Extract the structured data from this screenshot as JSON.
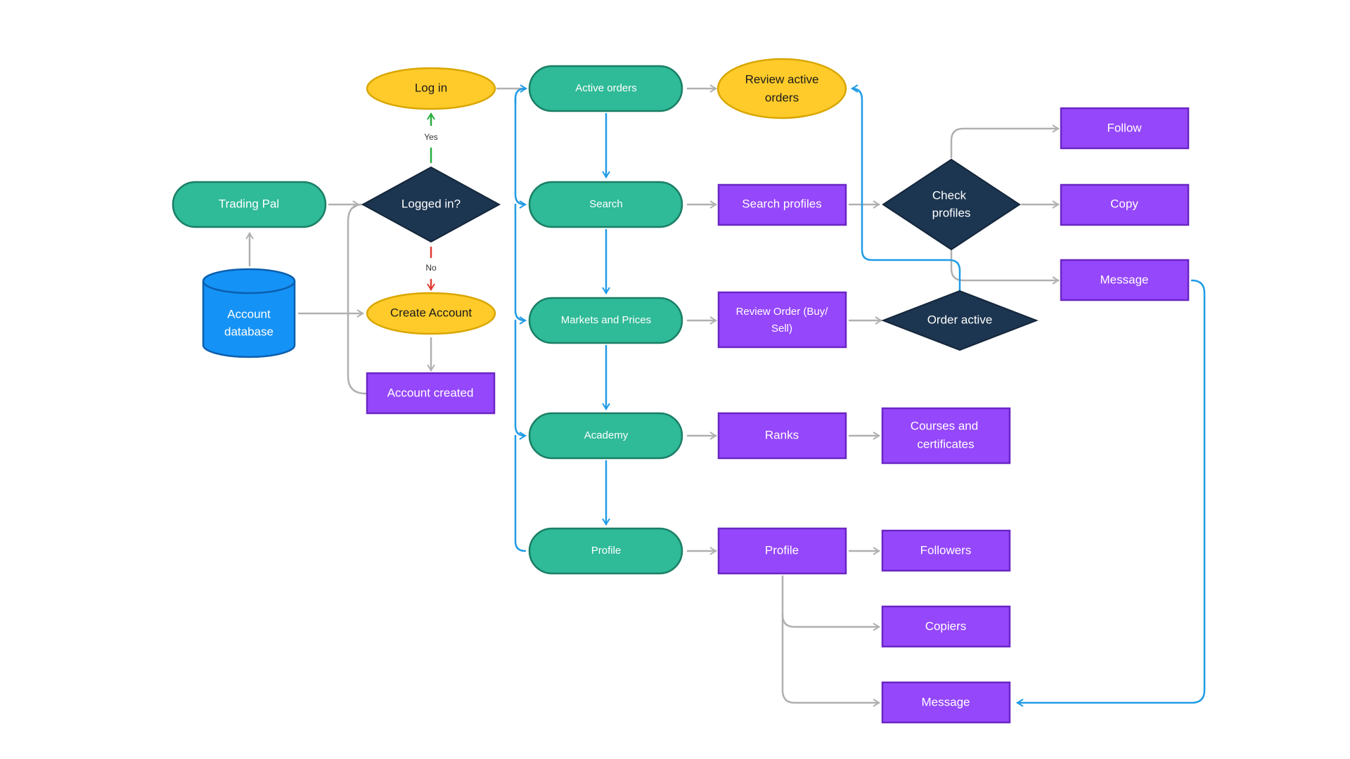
{
  "colors": {
    "green": "#2fba98",
    "green_border": "#1a7f65",
    "yellow": "#fecb2a",
    "yellow_border": "#d9a600",
    "purple": "#9547fb",
    "purple_border": "#6a26c4",
    "navy": "#1c3550",
    "blue_db": "#1592f6",
    "blue_db_border": "#0b5fae",
    "arrow_gray": "#b0b0b0",
    "arrow_blue": "#1f9be6",
    "arrow_green": "#27ae3c",
    "arrow_red": "#e13b2f"
  },
  "nodes": {
    "trading_pal": "Trading Pal",
    "account_database": [
      "Account",
      "database"
    ],
    "logged_in": "Logged in?",
    "log_in": "Log in",
    "create_account": "Create Account",
    "account_created": "Account created",
    "active_orders": "Active orders",
    "search": "Search",
    "markets_prices": "Markets and Prices",
    "academy": "Academy",
    "profile_main": "Profile",
    "review_active_orders": [
      "Review active",
      "orders"
    ],
    "search_profiles": "Search profiles",
    "review_order": [
      "Review Order (Buy/",
      "Sell)"
    ],
    "ranks": "Ranks",
    "profile_sub": "Profile",
    "check_profiles": [
      "Check",
      "profiles"
    ],
    "order_active": "Order active",
    "courses": [
      "Courses and",
      "certificates"
    ],
    "followers": "Followers",
    "copiers": "Copiers",
    "message_bottom": "Message",
    "follow": "Follow",
    "copy": "Copy",
    "message_top": "Message"
  },
  "edge_labels": {
    "yes": "Yes",
    "no": "No"
  }
}
